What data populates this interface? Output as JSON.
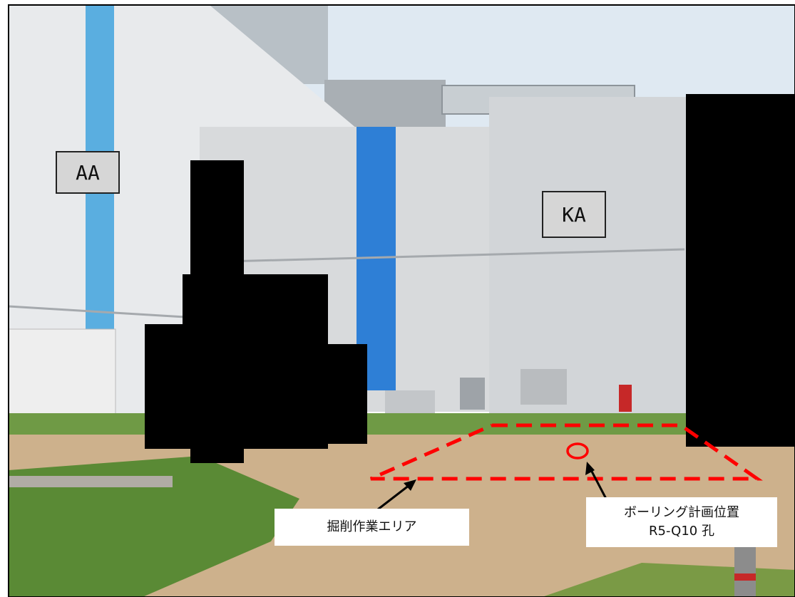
{
  "photo": {
    "building_labels": {
      "left": "AA",
      "center": "KA"
    },
    "callouts": {
      "excavation_area": "掘削作業エリア",
      "boring_position_line1": "ボーリング計画位置",
      "boring_position_line2": "R5-Q10 孔"
    },
    "colors": {
      "sky": "#dfe9f2",
      "wall_light": "#e6e8ea",
      "wall_mid": "#d2d5d8",
      "blue_stripe": "#2e7fd6",
      "light_blue_stripe": "#5aaee0",
      "ground": "#cdb18c",
      "grass": "#5a8a35",
      "redaction": "#000000",
      "marker_red": "#ff0000"
    }
  }
}
